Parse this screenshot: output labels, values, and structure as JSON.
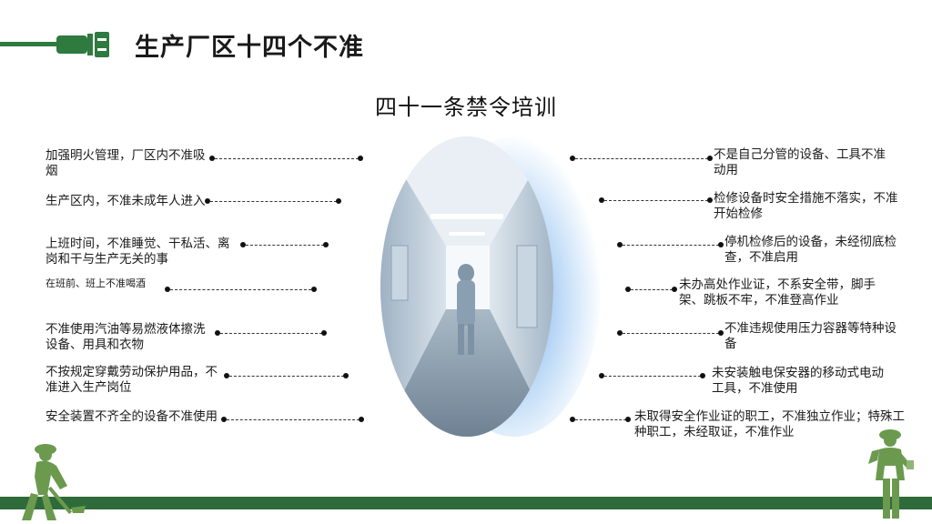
{
  "header": {
    "title": "生产厂区十四个不准"
  },
  "main": {
    "subtitle": "四十一条禁令培训"
  },
  "left_items": [
    {
      "text": "加强明火管理，厂区内不准吸烟"
    },
    {
      "text": "生产区内，不准未成年人进入"
    },
    {
      "text": "上班时间，不准睡觉、干私活、离岗和干与生产无关的事"
    },
    {
      "text": "在班前、班上不准喝酒"
    },
    {
      "text": "不准使用汽油等易燃液体擦洗设备、用具和衣物"
    },
    {
      "text": "不按规定穿戴劳动保护用品，不准进入生产岗位"
    },
    {
      "text": "安全装置不齐全的设备不准使用"
    }
  ],
  "right_items": [
    {
      "text": "不是自己分管的设备、工具不准动用"
    },
    {
      "text": "检修设备时安全措施不落实，不准开始检修"
    },
    {
      "text": "停机检修后的设备，未经彻底检查，不准启用"
    },
    {
      "text": "未办高处作业证，不系安全带，脚手架、跳板不牢，不准登高作业"
    },
    {
      "text": "不准违规使用压力容器等特种设备"
    },
    {
      "text": "未安装触电保安器的移动式电动工具，不准使用"
    },
    {
      "text": "未取得安全作业证的职工，不准独立作业；特殊工种职工，未经取证，不准作业"
    }
  ],
  "colors": {
    "brand_green": "#2f6b3a",
    "accent_blue": "#4a90e2"
  },
  "icons": {
    "plug": "plug-icon",
    "worker_left": "worker-digging-icon",
    "worker_right": "worker-inspector-icon"
  }
}
